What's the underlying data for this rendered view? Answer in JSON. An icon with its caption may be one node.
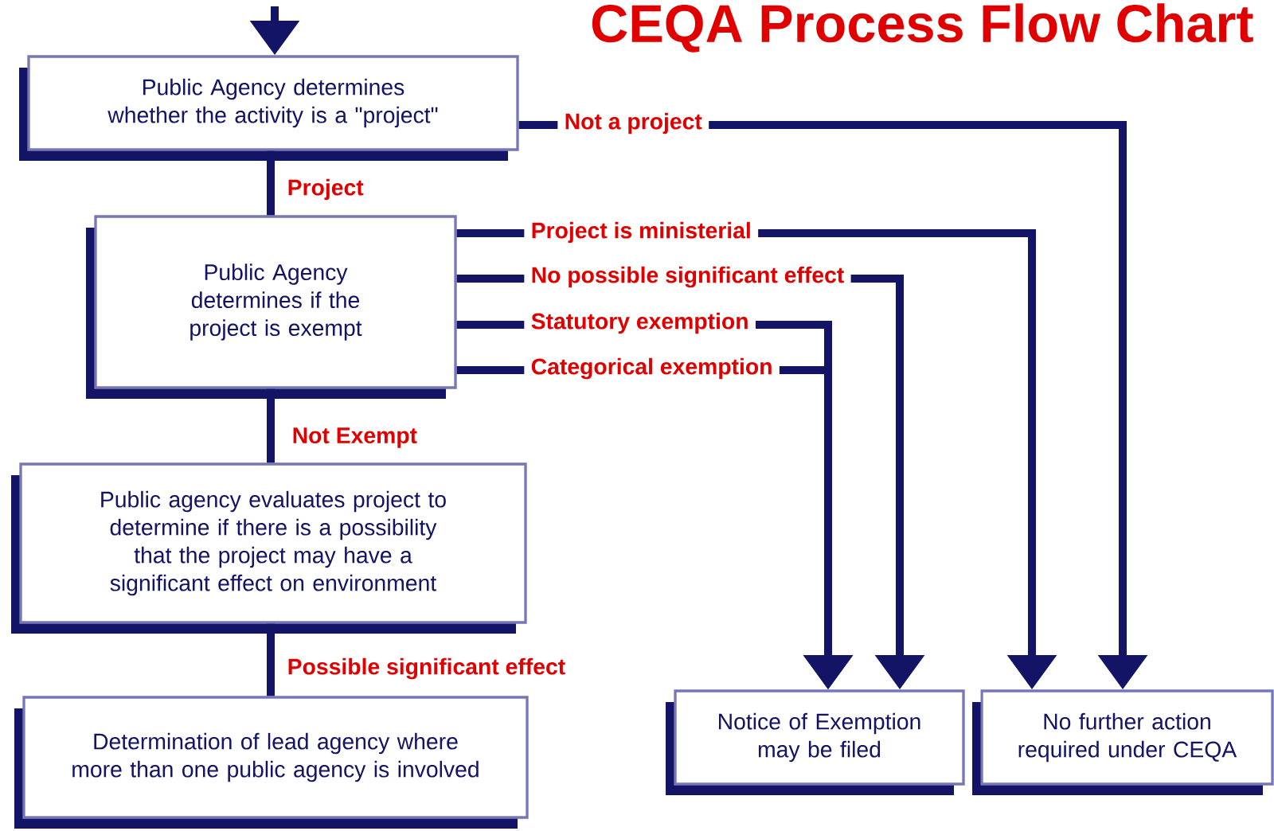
{
  "diagram": {
    "title": "CEQA Process Flow Chart",
    "nodes": [
      {
        "text": [
          "Public Agency determines whether the activity is a \"project\""
        ]
      },
      {
        "text": [
          "Public Agency determines if the project is exempt"
        ]
      },
      {
        "text": [
          "Public agency evaluates project to determine if there is a possibility that the project may have a significant effect on environment"
        ]
      },
      {
        "text": [
          "Determination of lead agency where more than one public agency is involved"
        ]
      },
      {
        "text": [
          "Notice of Exemption may be filed"
        ]
      },
      {
        "text": [
          "No further action required under CEQA"
        ]
      }
    ],
    "edges": [
      {
        "from": null,
        "to": 0,
        "arrow": "to"
      },
      {
        "from": 0,
        "to": 1,
        "arrow": "none",
        "label": "Project"
      },
      {
        "from": 0,
        "to": 5,
        "arrow": "to",
        "label": "Not a project"
      },
      {
        "from": 1,
        "to": 5,
        "arrow": "to",
        "label": "Project is ministerial"
      },
      {
        "from": 1,
        "to": 4,
        "arrow": "to",
        "label": "No possible significant effect"
      },
      {
        "from": 1,
        "to": 4,
        "arrow": "to",
        "label": "Statutory exemption"
      },
      {
        "from": 1,
        "to": 4,
        "arrow": "to",
        "label": "Categorical exemption"
      },
      {
        "from": 1,
        "to": 2,
        "arrow": "none",
        "label": "Not Exempt"
      },
      {
        "from": 2,
        "to": 3,
        "arrow": "none",
        "label": "Possible significant effect"
      }
    ]
  }
}
